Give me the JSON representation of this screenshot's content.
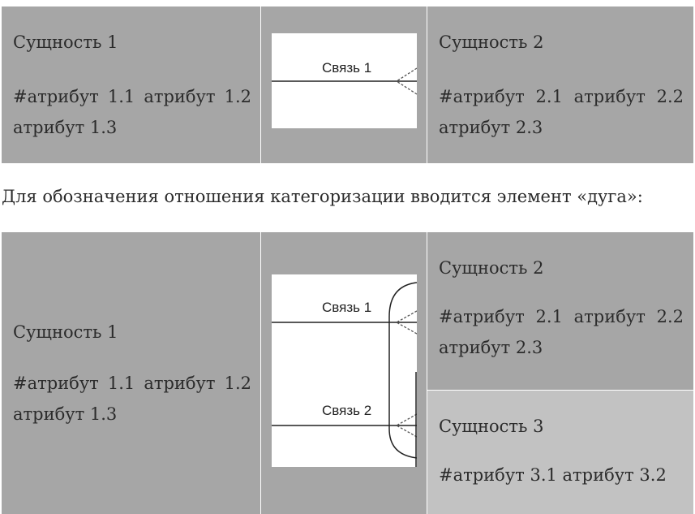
{
  "table1": {
    "left_entity": {
      "title": "Сущность 1",
      "attributes": "#атрибут 1.1 атрибут 1.2 атрибут 1.3"
    },
    "relationship_label": "Связь 1",
    "right_entity": {
      "title": "Сущность 2",
      "attributes": "#атрибут 2.1 атрибут 2.2 атрибут 2.3"
    }
  },
  "paragraph": "Для обозначения отношения категоризации вводится элемент «дуга»:",
  "table2": {
    "left_entity": {
      "title": "Сущность 1",
      "attributes": "#атрибут 1.1 атрибут 1.2 атрибут 1.3"
    },
    "relationship_labels": [
      "Связь 1",
      "Связь 2"
    ],
    "right_entities": [
      {
        "title": "Сущность 2",
        "attributes": "#атрибут 2.1 атрибут 2.2 атрибут 2.3"
      },
      {
        "title": "Сущность 3",
        "attributes": "#атрибут 3.1 атрибут 3.2"
      }
    ]
  },
  "colors": {
    "cell": "#a6a6a6",
    "cell_light": "#c2c2c2",
    "border": "#d0d0d0"
  }
}
